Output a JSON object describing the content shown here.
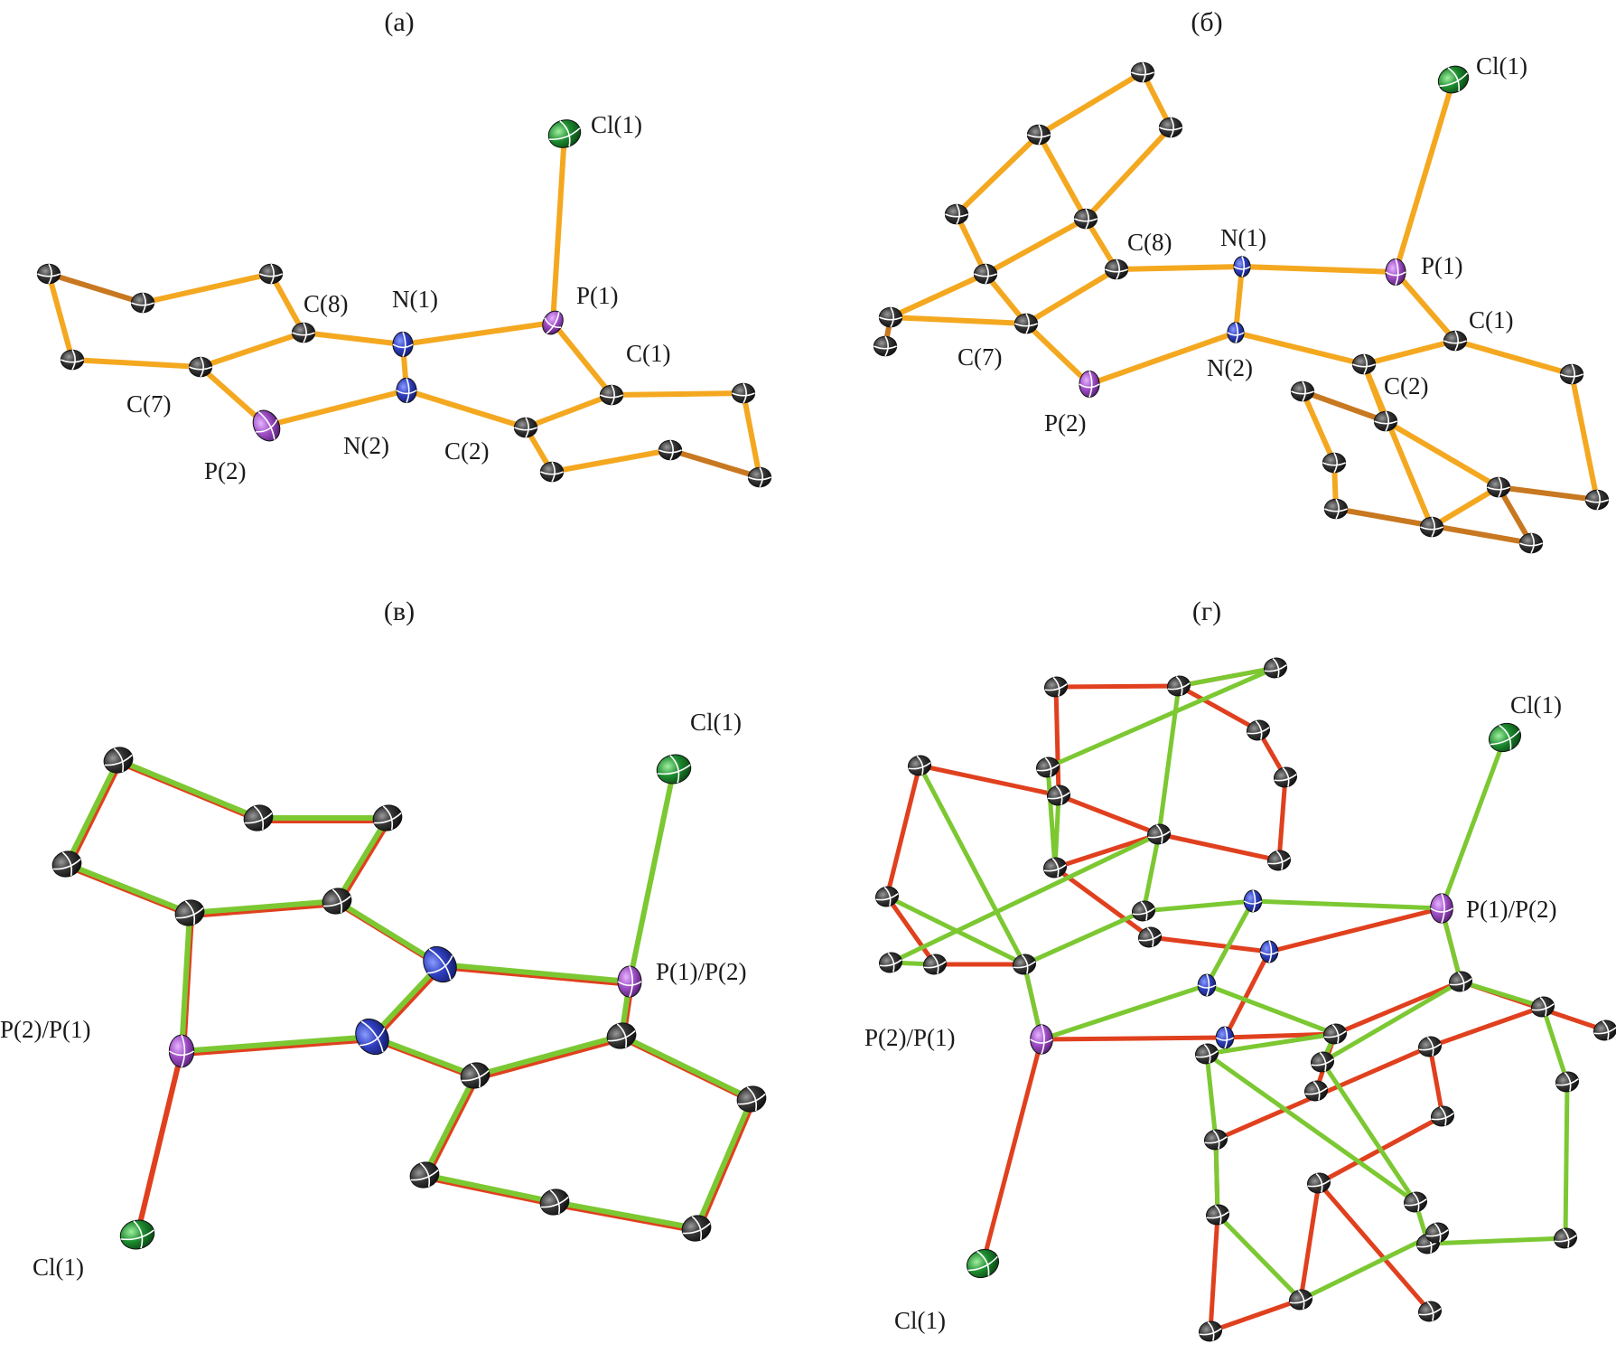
{
  "colors": {
    "bond_orange": "#f4a820",
    "bond_dark_orange": "#c87820",
    "bond_green": "#7cc832",
    "bond_red": "#e0401e",
    "atom_carbon": "#3a3a3a",
    "atom_nitrogen": "#3040c0",
    "atom_phosphorus": "#a050c8",
    "atom_chlorine": "#1e8c30"
  },
  "panels": [
    {
      "id": "a",
      "label": "(а)",
      "atom_labels": {
        "cl1": "Cl(1)",
        "p1": "P(1)",
        "n1": "N(1)",
        "c8": "C(8)",
        "c1": "C(1)",
        "c7": "C(7)",
        "p2": "P(2)",
        "n2": "N(2)",
        "c2": "C(2)"
      }
    },
    {
      "id": "b",
      "label": "(б)",
      "atom_labels": {
        "cl1": "Cl(1)",
        "c8": "C(8)",
        "n1": "N(1)",
        "p1": "P(1)",
        "c1": "C(1)",
        "c7": "C(7)",
        "n2": "N(2)",
        "c2": "C(2)",
        "p2": "P(2)"
      }
    },
    {
      "id": "c",
      "label": "(в)",
      "atom_labels": {
        "cl1_top": "Cl(1)",
        "p1p2": "P(1)/P(2)",
        "p2p1": "P(2)/P(1)",
        "cl1_bottom": "Cl(1)"
      }
    },
    {
      "id": "d",
      "label": "(г)",
      "atom_labels": {
        "cl1_top": "Cl(1)",
        "p1p2": "P(1)/P(2)",
        "p2p1": "P(2)/P(1)",
        "cl1_bottom": "Cl(1)"
      }
    }
  ]
}
